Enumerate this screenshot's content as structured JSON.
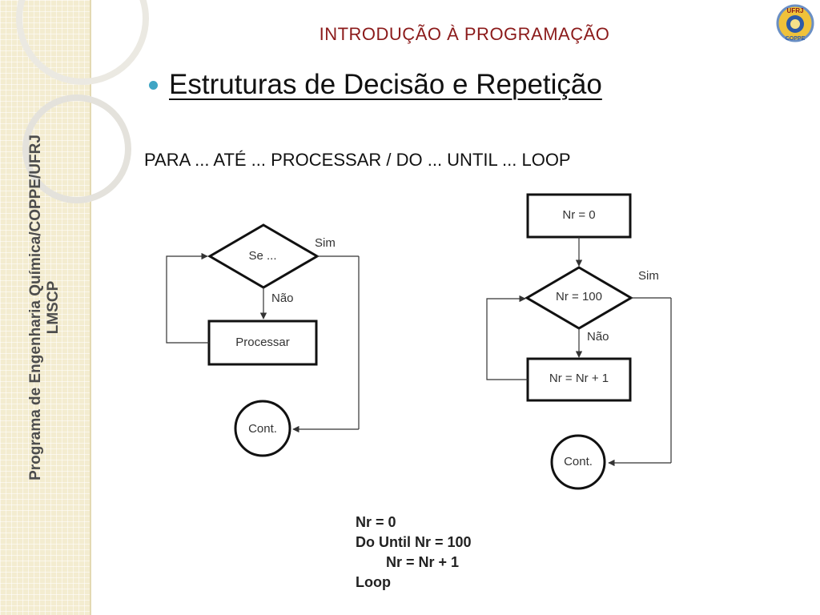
{
  "sidebar": {
    "line1": "Programa de Engenharia Química/COPPE/UFRJ",
    "line2": "LMSCP"
  },
  "logo": {
    "text_top": "UFRJ",
    "text_bottom": "COPPE",
    "icon": "university-seal-icon"
  },
  "header": {
    "title": "INTRODUÇÃO À PROGRAMAÇÃO"
  },
  "bullet": {
    "text": "Estruturas de Decisão e Repetição"
  },
  "subtitle": "PARA ... ATÉ ... PROCESSAR / DO ... UNTIL ... LOOP",
  "flow_left": {
    "decision": "Se ...",
    "yes": "Sim",
    "no": "Não",
    "process": "Processar",
    "end": "Cont."
  },
  "flow_right": {
    "init": "Nr = 0",
    "decision": "Nr = 100",
    "yes": "Sim",
    "no": "Não",
    "process": "Nr = Nr + 1",
    "end": "Cont."
  },
  "code": {
    "line1": "Nr = 0",
    "line2": "Do Until Nr = 100",
    "line3": "Nr = Nr + 1",
    "line4": "Loop"
  },
  "colors": {
    "title": "#8b1a1a",
    "bullet": "#3fa5c4",
    "band": "#f3ecd0"
  }
}
